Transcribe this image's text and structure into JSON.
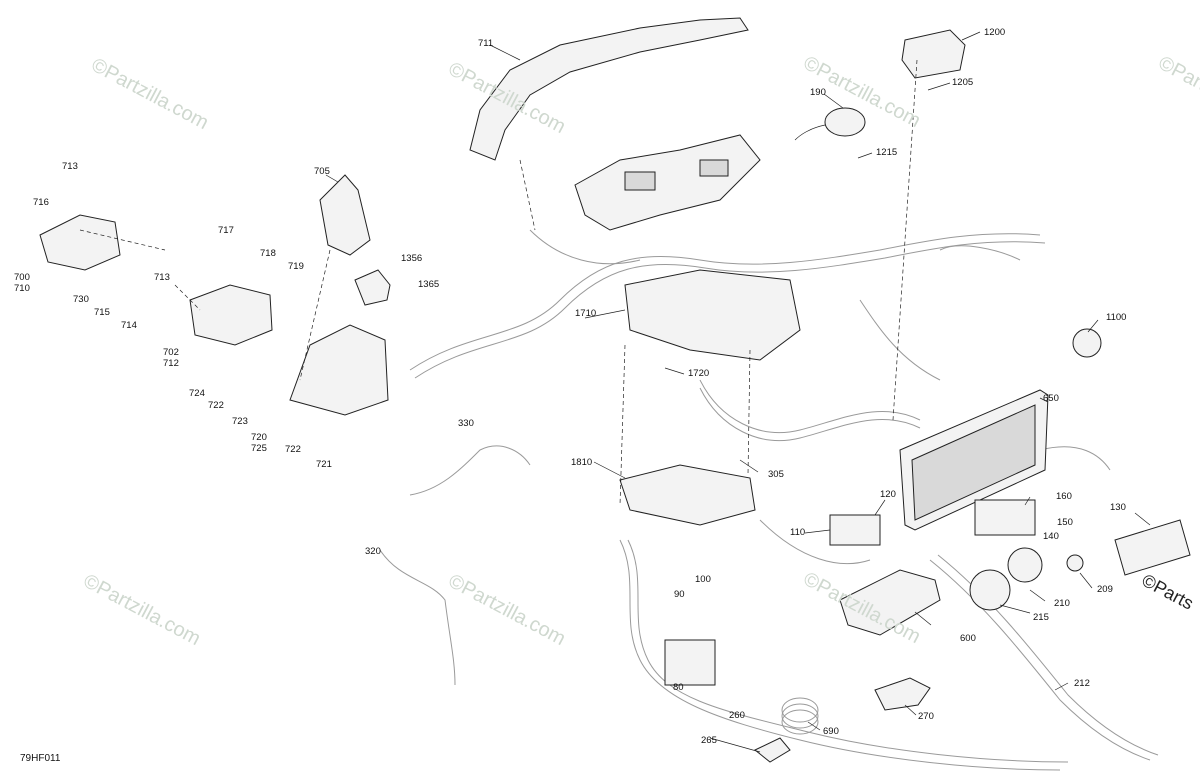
{
  "diagram": {
    "code": "79HF011",
    "watermark": "©Partzilla.com",
    "copyright_edge": "©Parts"
  },
  "callouts": [
    {
      "id": "c711",
      "text": "711"
    },
    {
      "id": "c1200",
      "text": "1200"
    },
    {
      "id": "c1205",
      "text": "1205"
    },
    {
      "id": "c190",
      "text": "190"
    },
    {
      "id": "c1215",
      "text": "1215"
    },
    {
      "id": "c713a",
      "text": "713"
    },
    {
      "id": "c716",
      "text": "716"
    },
    {
      "id": "c705",
      "text": "705"
    },
    {
      "id": "c717",
      "text": "717"
    },
    {
      "id": "c718",
      "text": "718"
    },
    {
      "id": "c719",
      "text": "719"
    },
    {
      "id": "c1356",
      "text": "1356"
    },
    {
      "id": "c1365",
      "text": "1365"
    },
    {
      "id": "c700",
      "text": "700\n710"
    },
    {
      "id": "c713b",
      "text": "713"
    },
    {
      "id": "c730",
      "text": "730"
    },
    {
      "id": "c715",
      "text": "715"
    },
    {
      "id": "c714",
      "text": "714"
    },
    {
      "id": "c1710",
      "text": "1710"
    },
    {
      "id": "c1100",
      "text": "1100"
    },
    {
      "id": "c702",
      "text": "702\n712"
    },
    {
      "id": "c1720",
      "text": "1720"
    },
    {
      "id": "c724",
      "text": "724"
    },
    {
      "id": "c722a",
      "text": "722"
    },
    {
      "id": "c723",
      "text": "723"
    },
    {
      "id": "c720",
      "text": "720\n725"
    },
    {
      "id": "c722b",
      "text": "722"
    },
    {
      "id": "c721",
      "text": "721"
    },
    {
      "id": "c650",
      "text": "650"
    },
    {
      "id": "c330",
      "text": "330"
    },
    {
      "id": "c305",
      "text": "305"
    },
    {
      "id": "c1810",
      "text": "1810"
    },
    {
      "id": "c120",
      "text": "120"
    },
    {
      "id": "c160",
      "text": "160"
    },
    {
      "id": "c130",
      "text": "130"
    },
    {
      "id": "c110",
      "text": "110"
    },
    {
      "id": "c150",
      "text": "150"
    },
    {
      "id": "c140",
      "text": "140"
    },
    {
      "id": "c320",
      "text": "320"
    },
    {
      "id": "c209",
      "text": "209"
    },
    {
      "id": "c100",
      "text": "100"
    },
    {
      "id": "c90",
      "text": "90"
    },
    {
      "id": "c210",
      "text": "210"
    },
    {
      "id": "c600",
      "text": "600"
    },
    {
      "id": "c215",
      "text": "215"
    },
    {
      "id": "c80",
      "text": "80"
    },
    {
      "id": "c212",
      "text": "212"
    },
    {
      "id": "c270",
      "text": "270"
    },
    {
      "id": "c260",
      "text": "260"
    },
    {
      "id": "c690",
      "text": "690"
    },
    {
      "id": "c265",
      "text": "265"
    }
  ]
}
